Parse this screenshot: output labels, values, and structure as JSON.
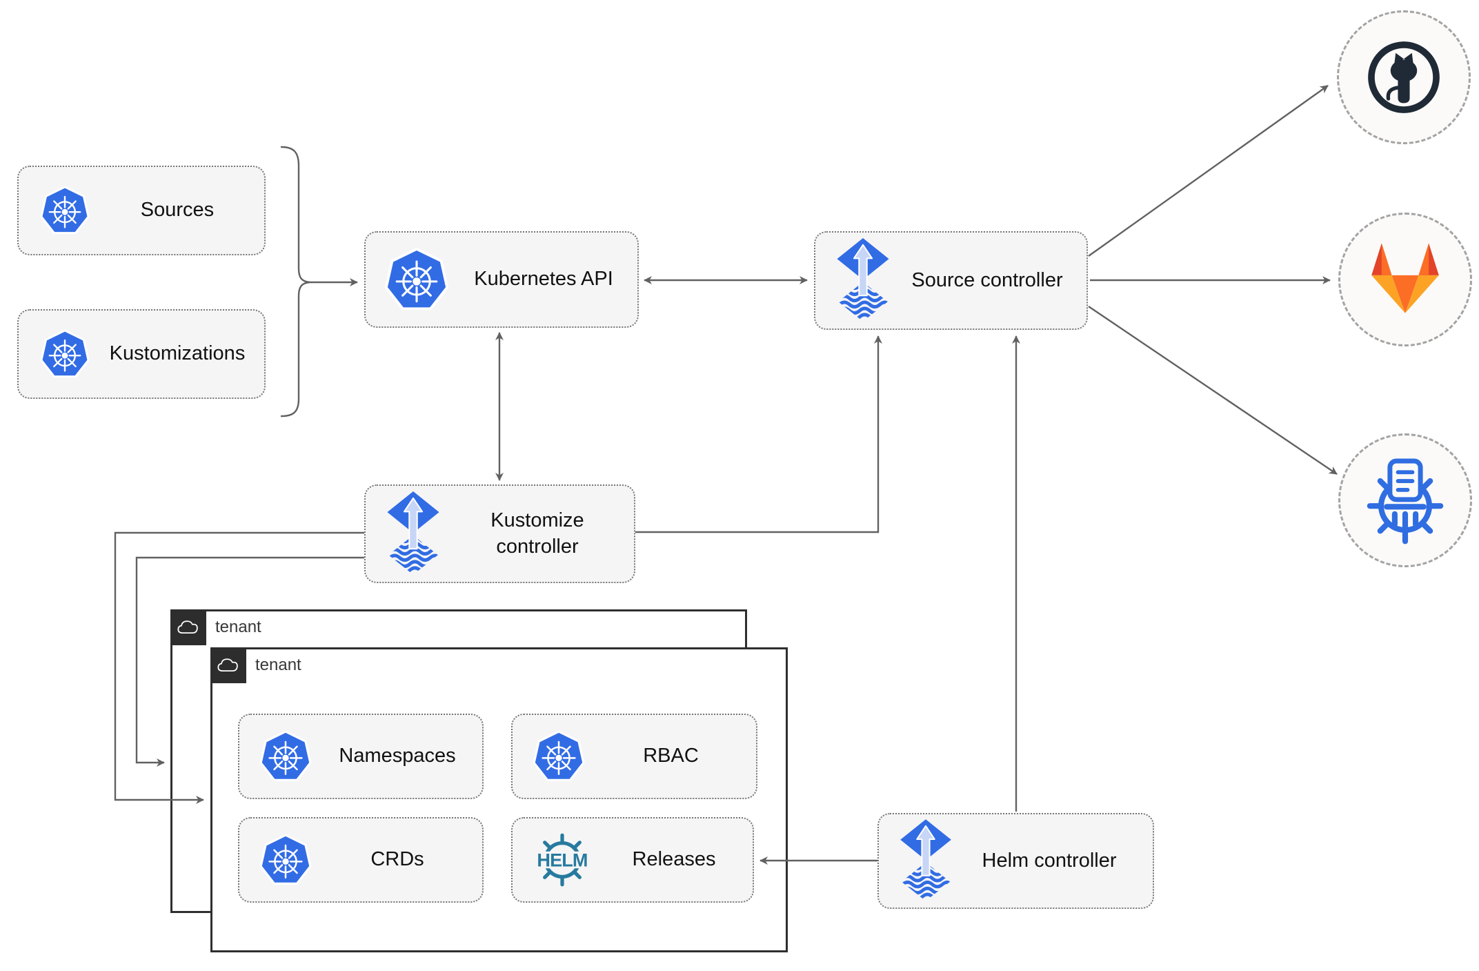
{
  "diagram": {
    "nodes": {
      "sources": {
        "label": "Sources"
      },
      "kustomizations": {
        "label": "Kustomizations"
      },
      "kubernetes_api": {
        "label": "Kubernetes API"
      },
      "source_controller": {
        "label": "Source controller"
      },
      "kustomize_controller": {
        "label": "Kustomize controller"
      },
      "helm_controller": {
        "label": "Helm controller"
      },
      "tenant_back": {
        "label": "tenant"
      },
      "tenant_front": {
        "label": "tenant"
      },
      "namespaces": {
        "label": "Namespaces"
      },
      "rbac": {
        "label": "RBAC"
      },
      "crds": {
        "label": "CRDs"
      },
      "releases": {
        "label": "Releases"
      }
    },
    "external_targets": [
      "github",
      "gitlab",
      "helm-repository"
    ],
    "icons": {
      "helm_logo_text": "HELM"
    },
    "edges": [
      {
        "from": "sources-kustomizations-brace",
        "to": "kubernetes_api",
        "style": "arrow"
      },
      {
        "from": "kubernetes_api",
        "to": "source_controller",
        "style": "double-arrow"
      },
      {
        "from": "kubernetes_api",
        "to": "kustomize_controller",
        "style": "double-arrow"
      },
      {
        "from": "kustomize_controller",
        "to": "source_controller",
        "style": "arrow"
      },
      {
        "from": "helm_controller",
        "to": "source_controller",
        "style": "arrow"
      },
      {
        "from": "source_controller",
        "to": "github",
        "style": "arrow"
      },
      {
        "from": "source_controller",
        "to": "gitlab",
        "style": "arrow"
      },
      {
        "from": "source_controller",
        "to": "helm-repository",
        "style": "arrow"
      },
      {
        "from": "kustomize_controller",
        "to": "tenant_front",
        "style": "arrow"
      },
      {
        "from": "kustomize_controller",
        "to": "tenant_back",
        "style": "arrow"
      },
      {
        "from": "helm_controller",
        "to": "releases",
        "style": "arrow"
      }
    ],
    "colors": {
      "kubernetes_blue": "#326ce5",
      "flux_blue": "#316ce4",
      "flux_arrow_light": "#c7d6f6",
      "helm_teal": "#277a9f",
      "github_dark": "#1f2a36",
      "gitlab_red": "#e24329",
      "gitlab_orange": "#fc6d26",
      "gitlab_amber": "#fca326",
      "registry_blue": "#2f6de1",
      "connector_gray": "#616161",
      "node_fill": "#f5f5f5",
      "node_border": "#757575",
      "circle_fill": "#fbfaf9",
      "tenant_border": "#2f2f2f",
      "tenant_label_bg": "#2d2d2d"
    }
  }
}
